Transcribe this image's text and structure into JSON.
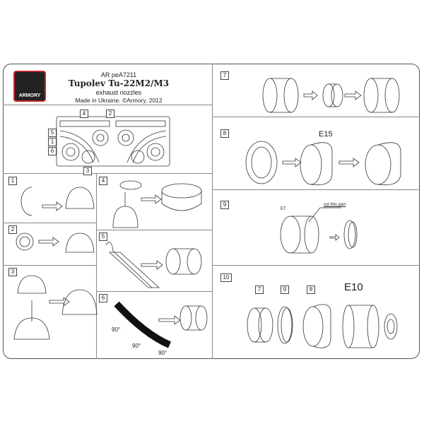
{
  "header": {
    "code": "AR peA7211",
    "title": "Tupolev Tu-22M2/M3",
    "subtitle": "exhaust nozzles",
    "credit": "Made in Ukraine. ©Armory, 2012",
    "logo_text": "ARMORY"
  },
  "fret_labels": [
    "4",
    "2",
    "5",
    "1",
    "6",
    "3"
  ],
  "steps": [
    {
      "number": "1"
    },
    {
      "number": "2"
    },
    {
      "number": "3"
    },
    {
      "number": "4"
    },
    {
      "number": "5"
    },
    {
      "number": "6",
      "angles": [
        "90°",
        "90°",
        "90°"
      ]
    },
    {
      "number": "7"
    },
    {
      "number": "8",
      "part": "E15"
    },
    {
      "number": "9",
      "part": "E7",
      "note": "cut this part"
    },
    {
      "number": "10",
      "refs": [
        "7",
        "9",
        "8"
      ],
      "part": "E10"
    }
  ],
  "colors": {
    "logo_border": "#c0282d",
    "line": "#333333"
  }
}
